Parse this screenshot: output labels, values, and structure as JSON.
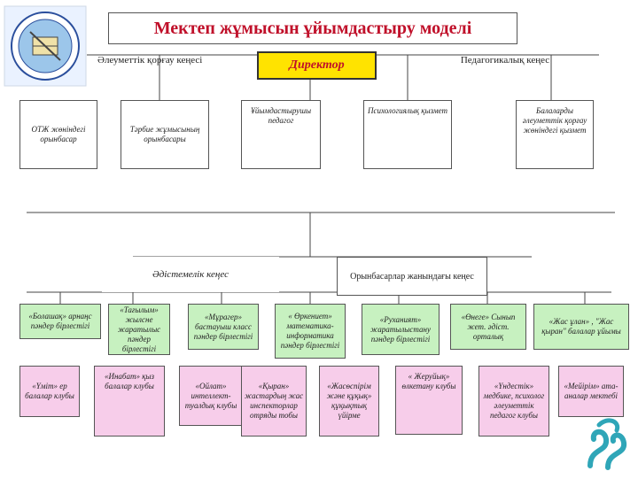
{
  "title": "Мектеп  жұмысын ұйымдастыру моделі",
  "top_row": {
    "social": "Әлеуметтік қорғау кеңесі",
    "director": "Директор",
    "pedagog": "Педагогикалық кеңес"
  },
  "level2": [
    "ОТЖ жөніндегі орынбасар",
    "Тәрбие жұмысының орынбасары",
    "Ұйымдастырушы педагог",
    "Психологиялық қызмет",
    "Балаларды әлеуметтік қорғау жөніндегі қызмет"
  ],
  "level3": {
    "method": "Әдістемелік кеңес",
    "deputies": "Орынбасарлар жанындағы кеңес"
  },
  "row_a": [
    "«Болашақ» арнаңс пәндер бірлестігі",
    "«Тағылым» жылсне жаратылыс пәндер бірлестігі",
    "«Мұрагер» бастауыш класс пәндер бірлестігі",
    "« Өркениет» математика-информатика пәндер бірлестігі",
    "«Руханият» жаратылыстану пәндер бірлестігі",
    "«Өнеге» Сынып жет. әдіст. орталық",
    "«Жас ұлан» , \"Жас қыран\" балалар ұйымы"
  ],
  "row_b": [
    "«Үміт» ер балалар клубы",
    "«Инабат» қыз балалар клубы",
    "«Ойлат» интеллект-туалдық клубы",
    "«Қыран» жастардың жас инспекторлар отряды тобы",
    "«Жасөспірім және құқық» құқықтық үйірме",
    "« Жеруйық» өлкетану клубы",
    "«Үндестік» медбике, психолог әлеуметтік педагог клубы",
    "«Мейірім» ата-аналар мектебі"
  ],
  "colors": {
    "title": "#c0102a",
    "pink": "#f7cdea",
    "green": "#c7f1c0",
    "yellow": "#ffe300"
  },
  "icons": [
    "school-logo",
    "ornament-icon"
  ]
}
